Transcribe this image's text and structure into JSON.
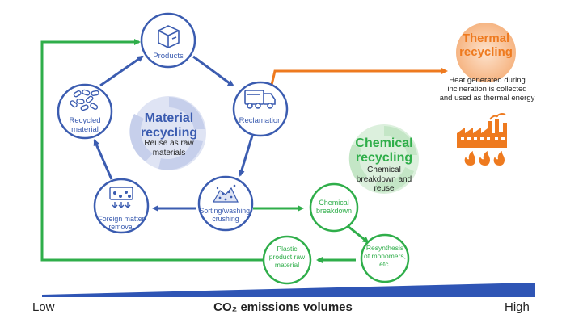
{
  "nodes": {
    "products": "Products",
    "reclamation": "Reclamation",
    "sorting": "Sorting/washing/\ncrushing",
    "foreign_matter": "Foreign matter\nremoval",
    "recycled_material": "Recycled\nmaterial",
    "chemical_breakdown": "Chemical\nbreakdown",
    "resynthesis": "Resynthesis\nof monomers,\netc.",
    "plastic_raw": "Plastic\nproduct raw\nmaterial"
  },
  "material_recycling": {
    "title": "Material\nrecycling",
    "description": "Reuse as raw\nmaterials"
  },
  "chemical_recycling": {
    "title": "Chemical\nrecycling",
    "description": "Chemical\nbreakdown and\nreuse"
  },
  "thermal_recycling": {
    "title": "Thermal\nrecycling",
    "description": "Heat generated during\nincineration is collected\nand used as thermal energy"
  },
  "axis": {
    "low": "Low",
    "title": "CO₂ emissions volumes",
    "high": "High"
  },
  "colors": {
    "blue": "#3b5cb0",
    "green": "#2fae4a",
    "orange": "#ee7a1f"
  }
}
